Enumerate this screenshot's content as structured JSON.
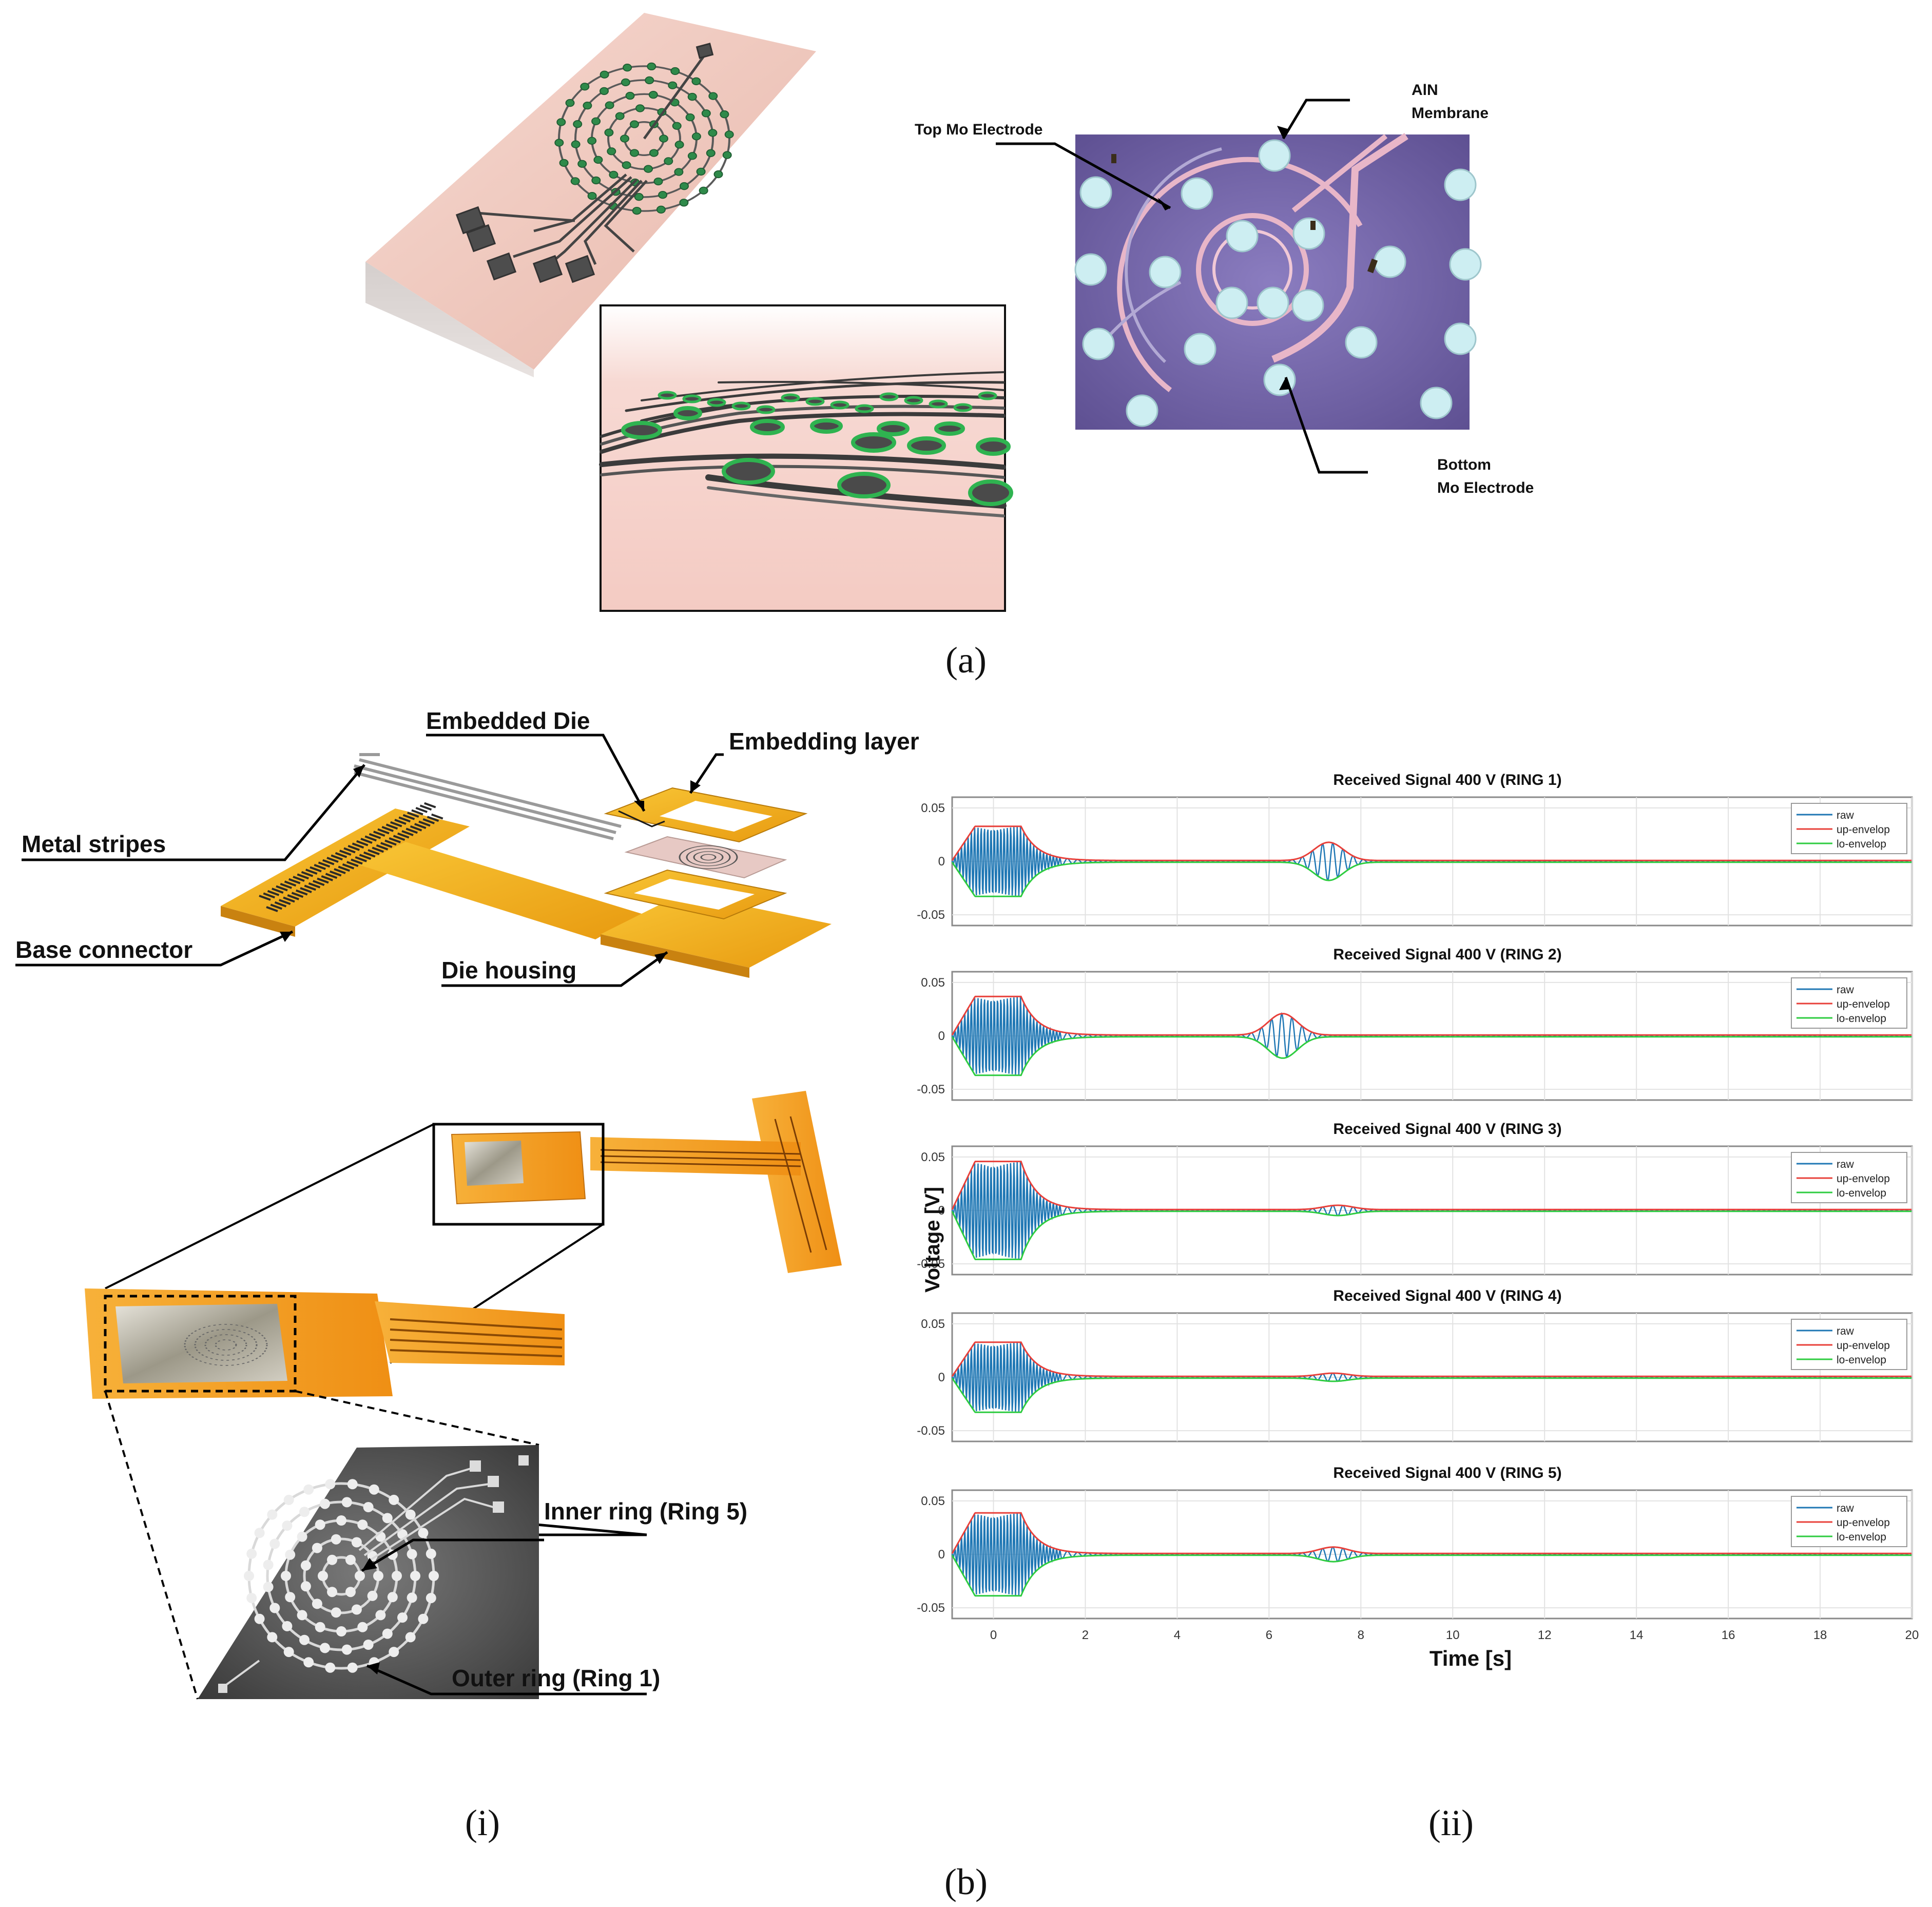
{
  "panel_a": {
    "caption": "(a)",
    "labels": {
      "aln": [
        "AlN",
        "Membrane"
      ],
      "top_mo": "Top Mo Electrode",
      "bottom_mo": [
        "Bottom",
        "Mo Electrode"
      ]
    }
  },
  "panel_b": {
    "caption": "(b)",
    "sub_i": "(i)",
    "sub_ii": "(ii)",
    "labels": {
      "embedded_die": "Embedded Die",
      "embedding_layer": "Embedding layer",
      "metal_stripes": "Metal stripes",
      "base_connector": "Base connector",
      "die_housing": "Die housing",
      "inner_ring": "Inner ring (Ring 5)",
      "outer_ring": "Outer ring (Ring 1)"
    }
  },
  "colors": {
    "raw": "#1f77b4",
    "up": "#e8403a",
    "lo": "#2ecc40",
    "kapton": "#f0a81a",
    "substrate": "#f3cfc6",
    "micro_bg": "#6e5fa0",
    "membrane": "#cdeef2"
  },
  "chart_data": {
    "type": "line",
    "xlabel": "Time [s]",
    "ylabel": "Voltage [V]",
    "xlim": [
      -0.9,
      20
    ],
    "ylim": [
      -0.06,
      0.06
    ],
    "xticks": [
      0,
      2,
      4,
      6,
      8,
      10,
      12,
      14,
      16,
      18,
      20
    ],
    "yticks": [
      0.05,
      0,
      -0.05
    ],
    "ytick_labels": [
      "0.05",
      "0",
      "-0.05"
    ],
    "legend": [
      "raw",
      "up-envelop",
      "lo-envelop"
    ],
    "legend_position": "top-right",
    "grid": true,
    "subplots": [
      {
        "title": "Received Signal 400 V (RING 1)",
        "burst_amp": 0.032,
        "echo_time": 7.3,
        "echo_amp": 0.017
      },
      {
        "title": "Received Signal 400 V (RING 2)",
        "burst_amp": 0.036,
        "echo_time": 6.3,
        "echo_amp": 0.02
      },
      {
        "title": "Received Signal 400 V (RING 3)",
        "burst_amp": 0.045,
        "echo_time": 7.5,
        "echo_amp": 0.004
      },
      {
        "title": "Received Signal 400 V (RING 4)",
        "burst_amp": 0.032,
        "echo_time": 7.4,
        "echo_amp": 0.003
      },
      {
        "title": "Received Signal 400 V (RING 5)",
        "burst_amp": 0.038,
        "echo_time": 7.4,
        "echo_amp": 0.006
      }
    ]
  }
}
